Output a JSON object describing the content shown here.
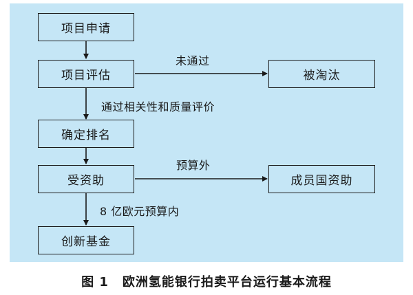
{
  "nodes": {
    "apply": "项目申请",
    "evaluate": "项目评估",
    "eliminated": "被淘汰",
    "ranking": "确定排名",
    "funded": "受资助",
    "member_funded": "成员国资助",
    "innovation_fund": "创新基金"
  },
  "edges": {
    "not_passed": "未通过",
    "passed_eval": "通过相关性和质量评价",
    "over_budget": "预算外",
    "within_budget": "8 亿欧元预算内"
  },
  "caption": {
    "number": "图 1",
    "title": "欧洲氢能银行拍卖平台运行基本流程"
  }
}
